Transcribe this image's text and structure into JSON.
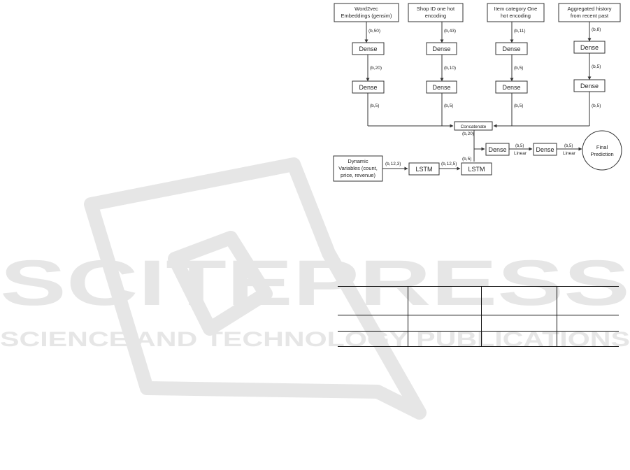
{
  "watermark": {
    "logo_big": "SCITEPRESS",
    "logo_sub": "SCIENCE AND TECHNOLOGY PUBLICATIONS",
    "color": "#e6e6e6"
  },
  "diagram": {
    "inputs": [
      {
        "lines": [
          "Word2vec",
          "Embeddings (gensim)"
        ]
      },
      {
        "lines": [
          "Shop ID one hot",
          "encoding"
        ]
      },
      {
        "lines": [
          "Item category One",
          "hot encoding"
        ]
      },
      {
        "lines": [
          "Aggregated history",
          "from recent past"
        ]
      }
    ],
    "dense_label": "Dense",
    "dim_in": [
      "(b,50)",
      "(b,43)",
      "(b,11)",
      "(b,8)"
    ],
    "dim_mid": [
      "(b,20)",
      "(b,10)",
      "(b,5)",
      "(b,5)"
    ],
    "dim_out": [
      "(b,5)",
      "(b,5)",
      "(b,5)",
      "(b,5)"
    ],
    "concat_label": "Concatenate",
    "concat_dim": "(b,20)",
    "dynamic_lines": [
      "Dynamic",
      "Variables (count,",
      "price, revenue)"
    ],
    "dyn_dim": "(b,12,3)",
    "lstm_label": "LSTM",
    "lstm_dim": "(b,12,5)",
    "lstm_out_dim": "(b,5)",
    "head_dim_1": "(b,5)",
    "head_act_1": "Linear",
    "head_dim_2": "(b,5)",
    "head_act_2": "Linear",
    "final_lines": [
      "Final",
      "Prediction"
    ]
  },
  "table": {
    "row_heights": [
      40,
      22,
      21
    ],
    "col_widths": [
      100,
      104,
      107,
      88
    ]
  }
}
